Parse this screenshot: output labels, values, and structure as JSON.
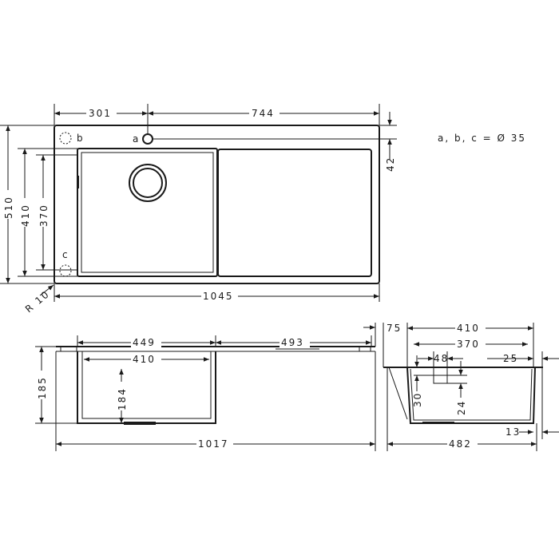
{
  "note": "a, b, c = Ø 35",
  "top_view": {
    "labels": {
      "a": "a",
      "b": "b",
      "c": "c"
    },
    "dims": {
      "w301": "301",
      "w744": "744",
      "h510": "510",
      "h410": "410",
      "h370": "370",
      "d42": "42",
      "w1045": "1045",
      "radius": "R 10"
    }
  },
  "front_view": {
    "dims": {
      "w449": "449",
      "w410": "410",
      "w493": "493",
      "h185": "185",
      "h184": "184",
      "w1017": "1017"
    }
  },
  "side_view": {
    "dims": {
      "d75": "75",
      "w410": "410",
      "w370": "370",
      "w48": "48",
      "d25": "25",
      "h30": "30",
      "h24": "24",
      "d13": "13",
      "w482": "482"
    }
  }
}
